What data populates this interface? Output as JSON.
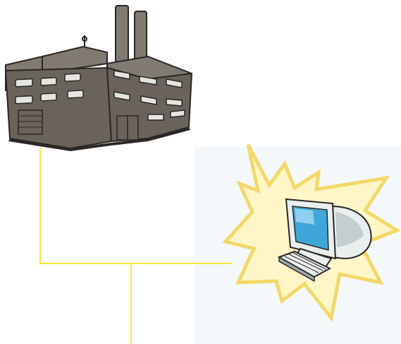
{
  "diagram": {
    "nodes": [
      {
        "id": "factory",
        "icon": "factory-icon"
      },
      {
        "id": "computer",
        "icon": "computer-icon",
        "highlight": "starburst"
      }
    ],
    "connections": [
      {
        "from": "factory",
        "to": "computer"
      },
      {
        "from": "factory",
        "to": "offscreen-below"
      }
    ]
  },
  "colors": {
    "background": "#ffffff",
    "connector": "#f2ea3c",
    "building_wall": "#6a635c",
    "building_roof": "#817a72",
    "building_outline": "#2b2724",
    "window": "#e4e4e0",
    "starburst_fill": "#fff6c8",
    "starburst_stroke": "#f3d86a",
    "computer_body": "#e9eeee",
    "computer_screen": "#3fa7d8",
    "computer_shadow": "#9aa6a8",
    "panel_tint": "#f4f8fb"
  }
}
